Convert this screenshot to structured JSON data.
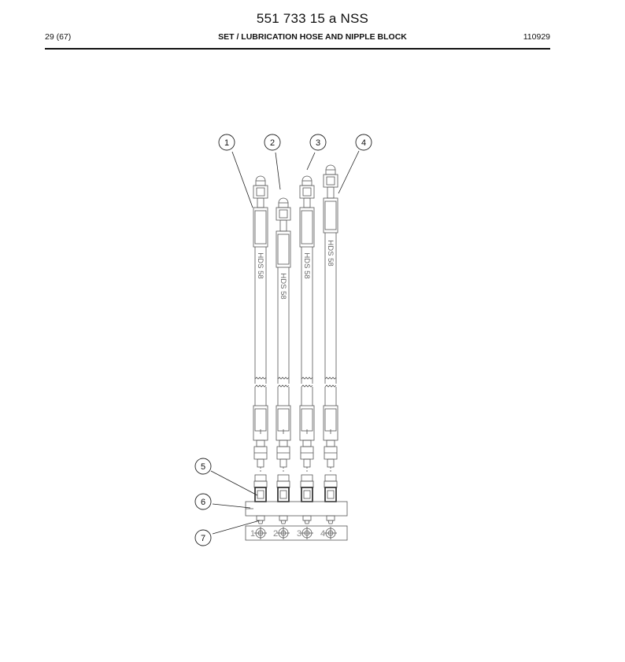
{
  "header": {
    "doc_number": "551 733 15 a NSS",
    "page": "29 (67)",
    "title": "SET / LUBRICATION HOSE AND NIPPLE BLOCK",
    "date": "110929"
  },
  "drawing": {
    "balloons": [
      "1",
      "2",
      "3",
      "4",
      "5",
      "6",
      "7"
    ],
    "hose_marking": "HDS 58",
    "port_numbers": [
      "1",
      "2",
      "3",
      "4"
    ]
  }
}
